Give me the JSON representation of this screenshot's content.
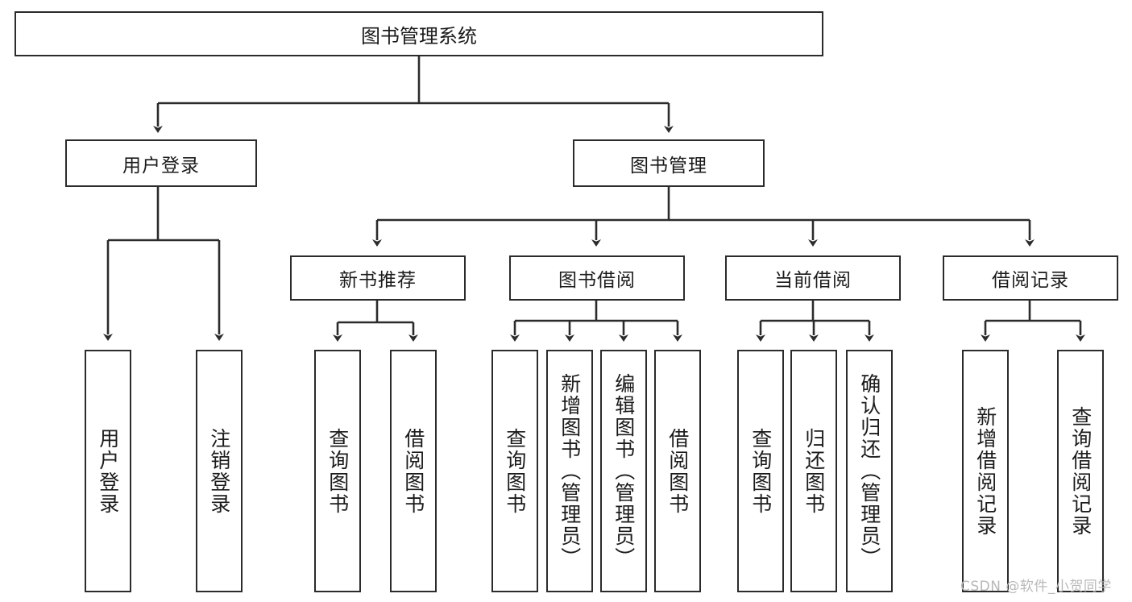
{
  "diagram": {
    "title_node": {
      "label": "图书管理系统"
    },
    "level2": [
      {
        "label": "用户登录"
      },
      {
        "label": "图书管理"
      }
    ],
    "level3": [
      {
        "label": "新书推荐"
      },
      {
        "label": "图书借阅"
      },
      {
        "label": "当前借阅"
      },
      {
        "label": "借阅记录"
      }
    ],
    "leaves": {
      "user_login": [
        {
          "label": "用户登录"
        },
        {
          "label": "注销登录"
        }
      ],
      "new_book_recommend": [
        {
          "label": "查询图书"
        },
        {
          "label": "借阅图书"
        }
      ],
      "book_borrow": [
        {
          "label": "查询图书"
        },
        {
          "label": "新增图书（管理员）"
        },
        {
          "label": "编辑图书（管理员）"
        },
        {
          "label": "借阅图书"
        }
      ],
      "current_borrow": [
        {
          "label": "查询图书"
        },
        {
          "label": "归还图书"
        },
        {
          "label": "确认归还（管理员）"
        }
      ],
      "borrow_record": [
        {
          "label": "新增借阅记录"
        },
        {
          "label": "查询借阅记录"
        }
      ]
    }
  },
  "watermark": {
    "text": "CSDN @软件_小贺同学"
  },
  "colors": {
    "stroke": "#2b2b2b",
    "background": "#ffffff",
    "text": "#1b1b1b",
    "watermark": "#b9b9b9"
  }
}
